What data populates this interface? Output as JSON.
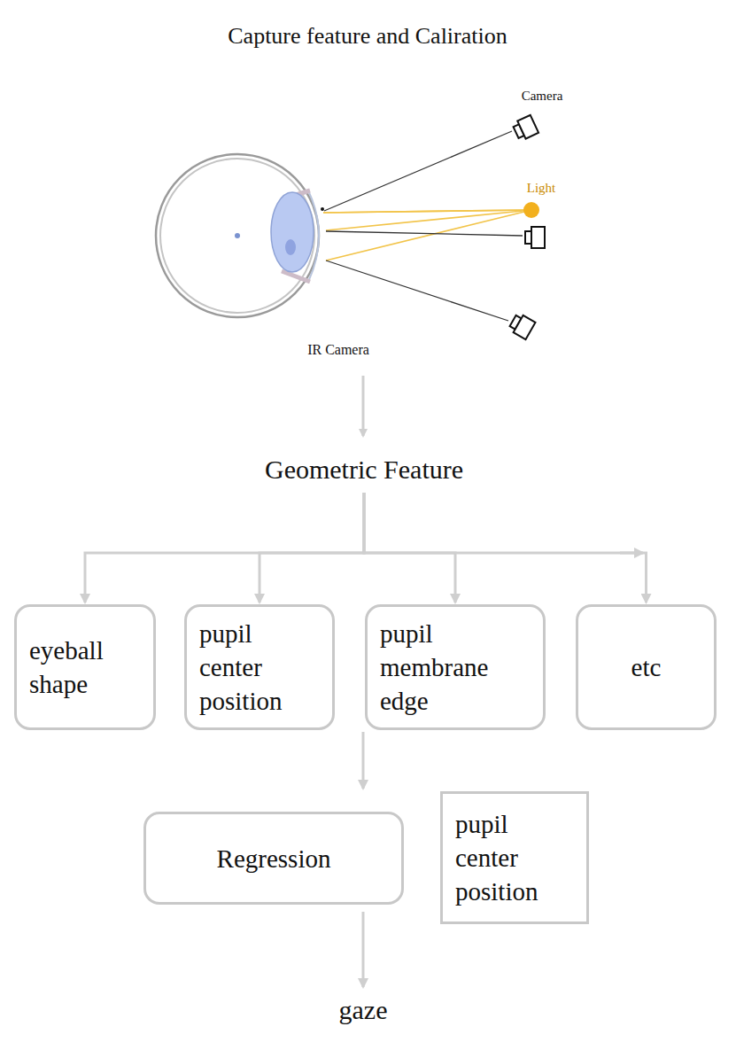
{
  "diagram": {
    "title": "Capture feature and Caliration",
    "nodes": [
      {
        "text": [
          "Geometric Feature"
        ]
      },
      {
        "text": [
          "eyeball shape"
        ]
      },
      {
        "text": [
          "pupil center position"
        ]
      },
      {
        "text": [
          "pupil membrane edge"
        ]
      },
      {
        "text": [
          "etc"
        ]
      },
      {
        "text": [
          "Regression"
        ]
      },
      {
        "text": [
          "pupil center position"
        ]
      },
      {
        "text": [
          "gaze"
        ]
      }
    ],
    "edges": [
      {
        "from": 0,
        "to": 1,
        "arrow": "to"
      },
      {
        "from": 0,
        "to": 2,
        "arrow": "to"
      },
      {
        "from": 0,
        "to": 3,
        "arrow": "to"
      },
      {
        "from": 0,
        "to": 4,
        "arrow": "to"
      },
      {
        "from": 3,
        "to": 5,
        "arrow": "to"
      },
      {
        "from": 5,
        "to": 7,
        "arrow": "to"
      }
    ],
    "labels": [
      "Camera",
      "Light",
      "IR Camera"
    ]
  }
}
